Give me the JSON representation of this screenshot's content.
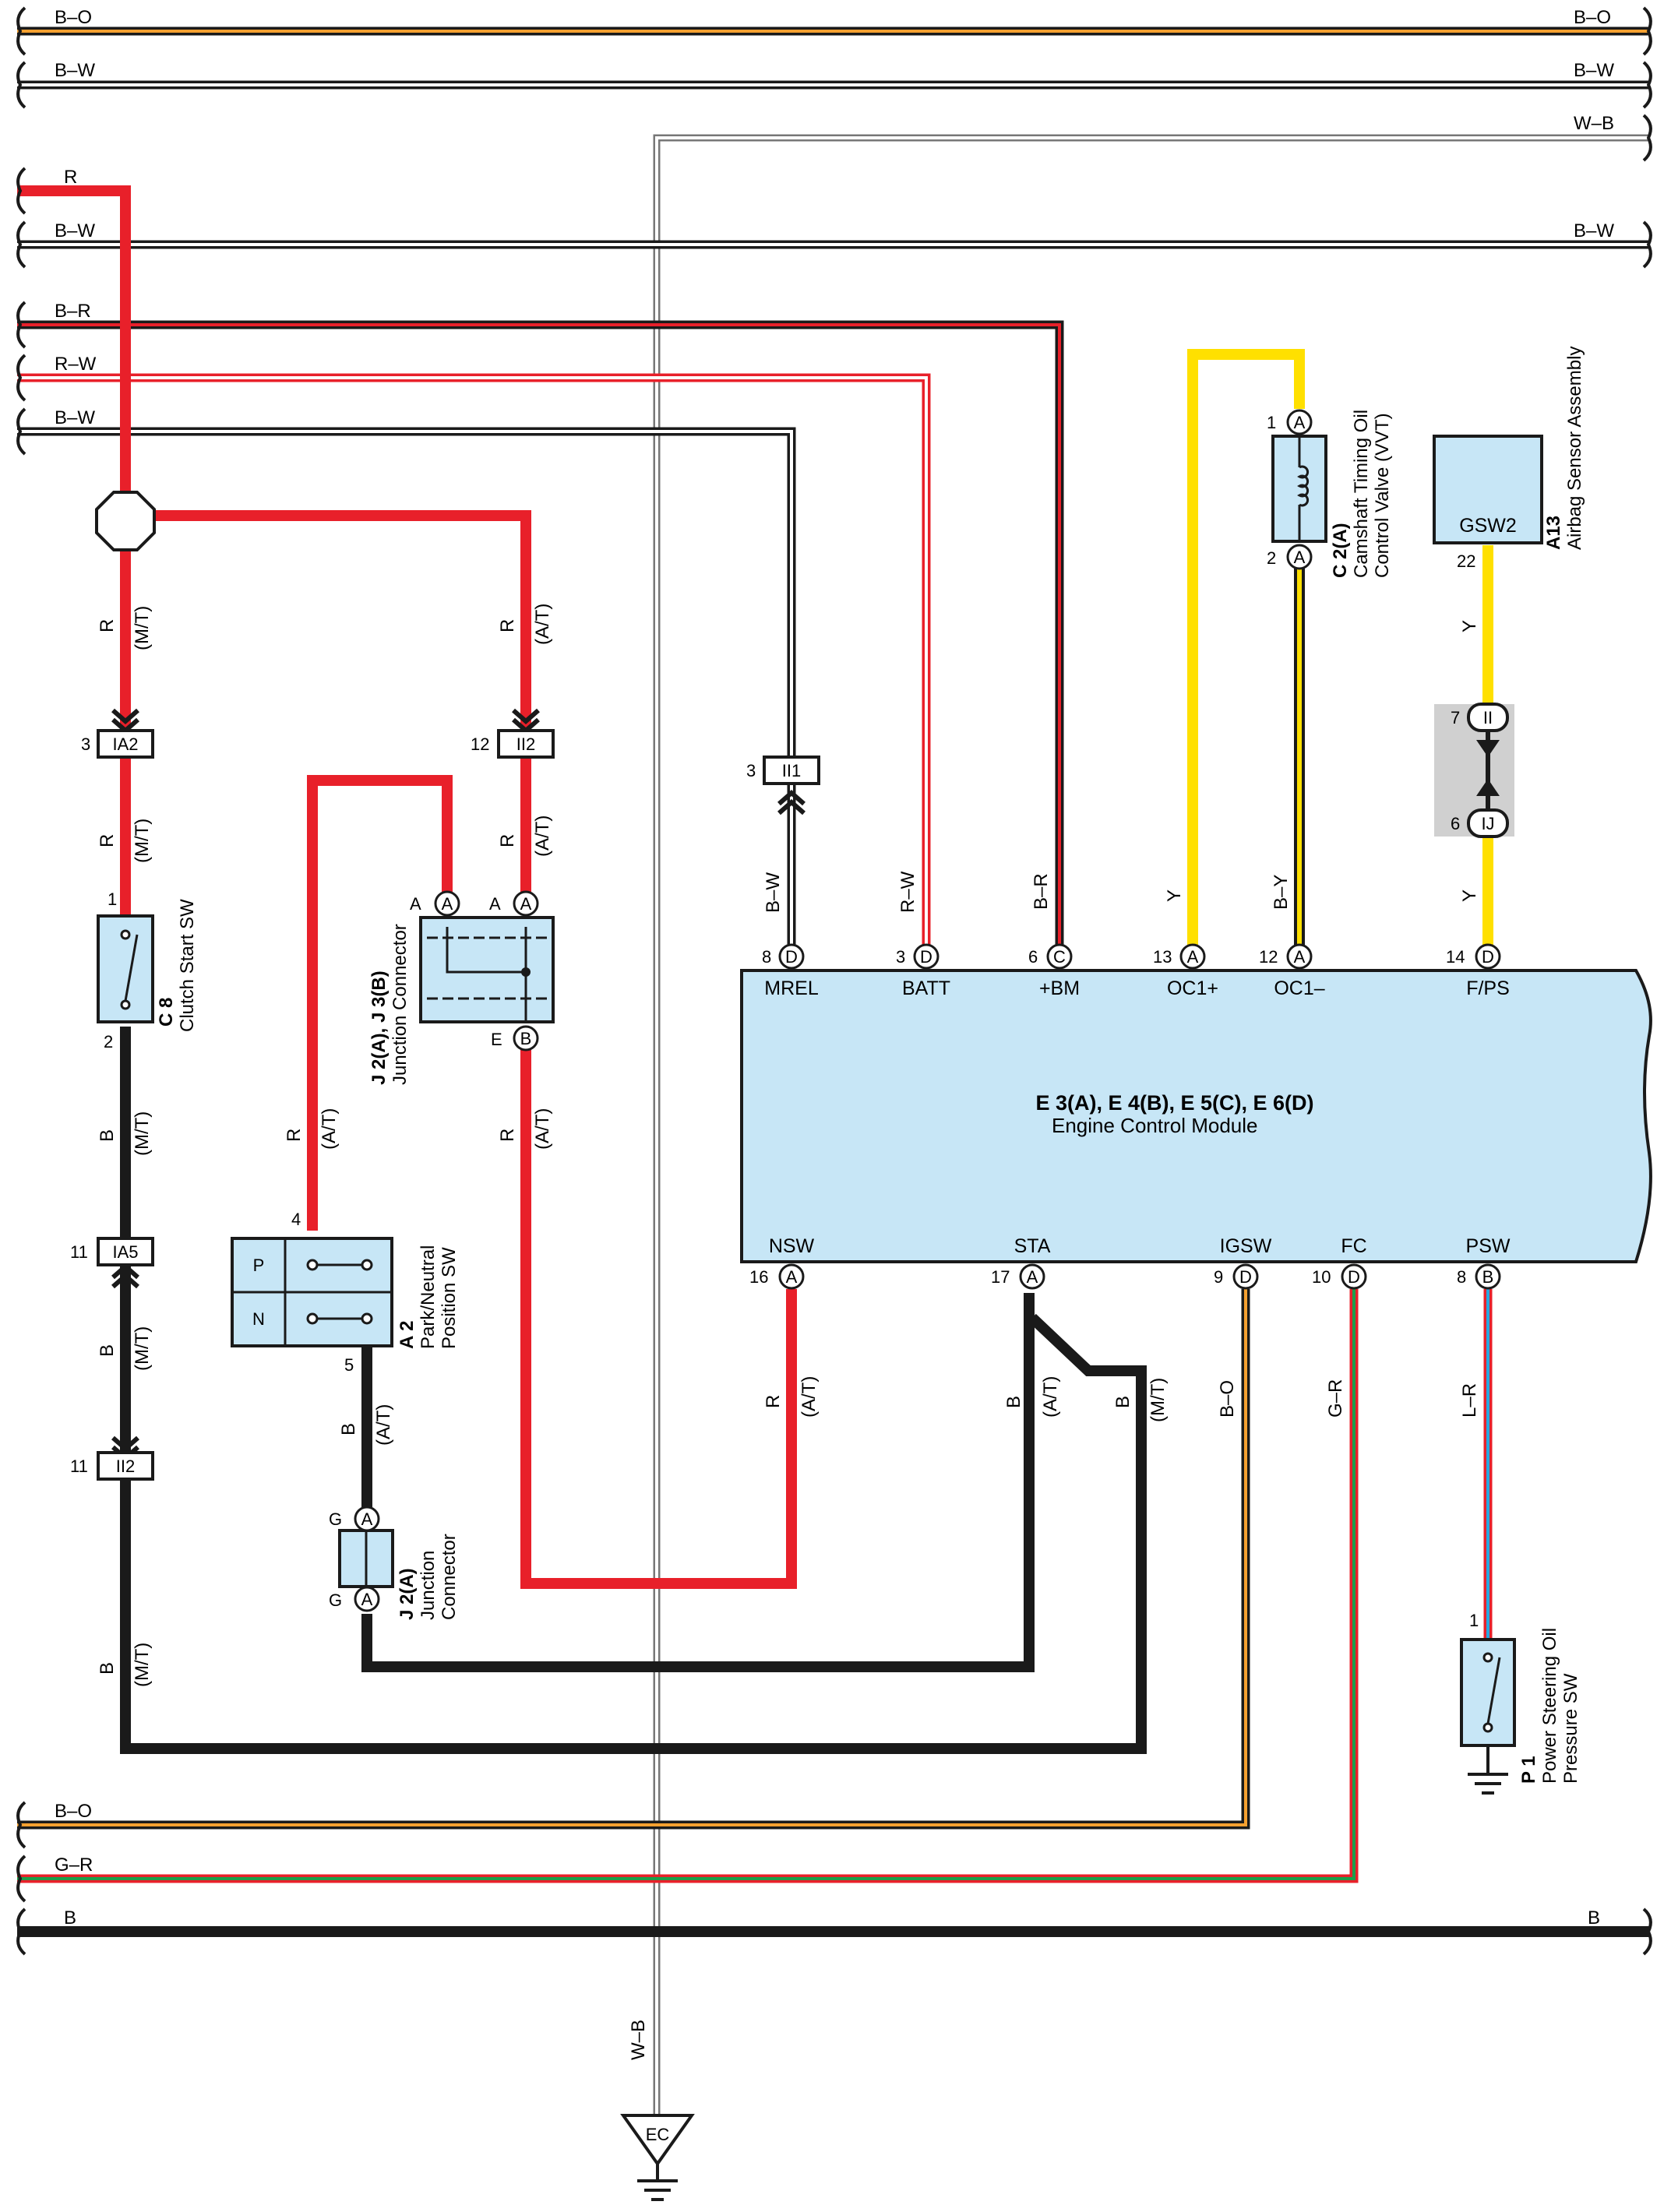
{
  "colors": {
    "red": "#e8202a",
    "black": "#1a1a1a",
    "yellow": "#ffe000",
    "orange": "#f5a030",
    "green": "#1e9e4a",
    "blue": "#2aa8e0",
    "component_fill": "#c7e6f6",
    "connector_fill": "#d0d0d0"
  },
  "buses": {
    "top1": "B–O",
    "top2": "B–W",
    "top3": "W–B",
    "r": "R",
    "bw2": "B–W",
    "br": "B–R",
    "rw": "R–W",
    "bw3": "B–W",
    "bot_bo": "B–O",
    "bot_gr": "G–R",
    "bot_b": "B"
  },
  "ecm": {
    "title": "E 3(A), E 4(B), E 5(C), E 6(D)",
    "name": "Engine Control Module",
    "top_terminals": [
      {
        "name": "MREL",
        "pin": "8",
        "conn": "D"
      },
      {
        "name": "BATT",
        "pin": "3",
        "conn": "D"
      },
      {
        "name": "+BM",
        "pin": "6",
        "conn": "C"
      },
      {
        "name": "OC1+",
        "pin": "13",
        "conn": "A"
      },
      {
        "name": "OC1–",
        "pin": "12",
        "conn": "A"
      },
      {
        "name": "F/PS",
        "pin": "14",
        "conn": "D"
      }
    ],
    "bottom_terminals": [
      {
        "name": "NSW",
        "pin": "16",
        "conn": "A"
      },
      {
        "name": "STA",
        "pin": "17",
        "conn": "A"
      },
      {
        "name": "IGSW",
        "pin": "9",
        "conn": "D"
      },
      {
        "name": "FC",
        "pin": "10",
        "conn": "D"
      },
      {
        "name": "PSW",
        "pin": "8",
        "conn": "B"
      }
    ]
  },
  "wire_labels": {
    "r_mt_a": "R",
    "mt_a": "(M/T)",
    "r_at_a": "R",
    "at_a": "(A/T)",
    "r_mt_b": "R",
    "mt_b": "(M/T)",
    "r_at_b": "R",
    "at_b": "(A/T)",
    "b_mt_a": "B",
    "mt_c": "(M/T)",
    "b_mt_b": "B",
    "mt_d": "(M/T)",
    "b_mt_c": "B",
    "mt_e": "(M/T)",
    "r_at_c": "R",
    "at_c": "(A/T)",
    "r_at_d": "R",
    "at_d": "(A/T)",
    "b_at_e": "B",
    "at_e": "(A/T)",
    "bw_mrel": "B–W",
    "rw_batt": "R–W",
    "br_bm": "B–R",
    "y_oc1p": "Y",
    "by_oc1m": "B–Y",
    "y_fps_top": "Y",
    "y_fps_bot": "Y",
    "r_at_nsw": "R",
    "at_nsw": "(A/T)",
    "b_at_sta": "B",
    "at_sta": "(A/T)",
    "b_mt_sta": "B",
    "mt_sta": "(M/T)",
    "bo_igsw": "B–O",
    "gr_fc": "G–R",
    "lr_psw": "L–R",
    "wb_ground": "W–B"
  },
  "connectors": {
    "ia2": {
      "pin": "3",
      "id": "IA2"
    },
    "ii2_top": {
      "pin": "12",
      "id": "II2"
    },
    "ii1": {
      "pin": "3",
      "id": "II1"
    },
    "ia5": {
      "pin": "11",
      "id": "IA5"
    },
    "ii2_bot": {
      "pin": "11",
      "id": "II2"
    },
    "ii": {
      "pin": "7",
      "id": "II"
    },
    "ij": {
      "pin": "6",
      "id": "IJ"
    }
  },
  "components": {
    "clutch": {
      "code": "C 8",
      "name": "Clutch Start SW",
      "pin_top": "1",
      "pin_bot": "2"
    },
    "jj": {
      "code": "J 2(A), J 3(B)",
      "name": "Junction Connector",
      "pin1": "A",
      "pin2": "A",
      "pin3": "E",
      "c1": "A",
      "c2": "A",
      "c3": "B"
    },
    "pn": {
      "code": "A 2",
      "name1": "Park/Neutral",
      "name2": "Position SW",
      "pin_top": "4",
      "pin_bot": "5",
      "p": "P",
      "n": "N"
    },
    "j2a": {
      "code": "J 2(A)",
      "name1": "Junction",
      "name2": "Connector",
      "pin_top": "G",
      "pin_bot": "G",
      "c1": "A",
      "c2": "A"
    },
    "vvt": {
      "code": "C 2(A)",
      "name1": "Camshaft Timing Oil",
      "name2": "Control Valve (VVT)",
      "pin_top": "1",
      "pin_bot": "2",
      "c1": "A",
      "c2": "A"
    },
    "airbag": {
      "code": "A13",
      "name": "Airbag Sensor Assembly",
      "terminal": "GSW2",
      "pin": "22"
    },
    "psw": {
      "code": "P 1",
      "name1": "Power Steering Oil",
      "name2": "Pressure SW",
      "pin": "1"
    },
    "ground": {
      "label": "EC"
    }
  }
}
